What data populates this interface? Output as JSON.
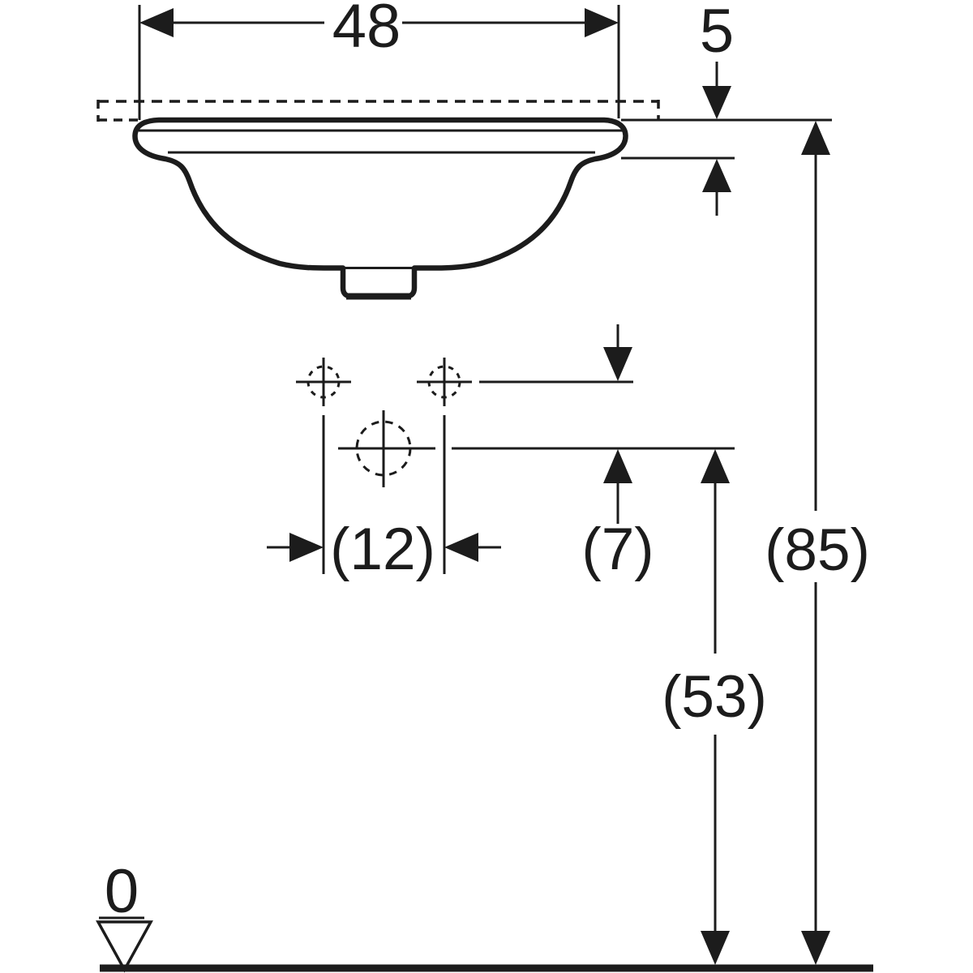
{
  "title": "Undercounter washbasin technical drawing, front elevation",
  "colors": {
    "ink": "#1c1c1c",
    "background": "#ffffff"
  },
  "dimensions": {
    "overall_width": "48",
    "rim_height": "5",
    "tap_hole_spacing": "(12)",
    "drain_to_tap_offset": "(7)",
    "rim_height_from_floor": "(85)",
    "drain_height_from_floor": "(53)",
    "floor_datum": "0"
  }
}
